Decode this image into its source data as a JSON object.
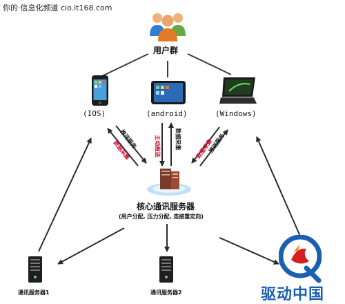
{
  "watermark": "你的·信息化频道 cio.it168.com",
  "nodes": {
    "user_group": "用户群",
    "ios": "(IOS)",
    "android": "(android)",
    "windows": "(Windows)",
    "core_server": "核心通讯服务器",
    "core_server_sub": "(用户分配, 压力分配, 连接重定向)",
    "server1": "通讯服务器1",
    "server2": "通讯服务器2"
  },
  "edge_labels": {
    "ios_up": "推送服务",
    "ios_down": "数据采集",
    "android_up": "主动推送",
    "android_down": "数据采集",
    "windows_up": "数据采集",
    "windows_down": "推送服务"
  },
  "logo": {
    "text": "驱动中国",
    "colors": {
      "blue": "#1b5fb3",
      "red": "#d42020",
      "orange": "#f28c1c"
    }
  },
  "colors": {
    "line": "#3a3a3a",
    "label_red": "#c8102e"
  }
}
